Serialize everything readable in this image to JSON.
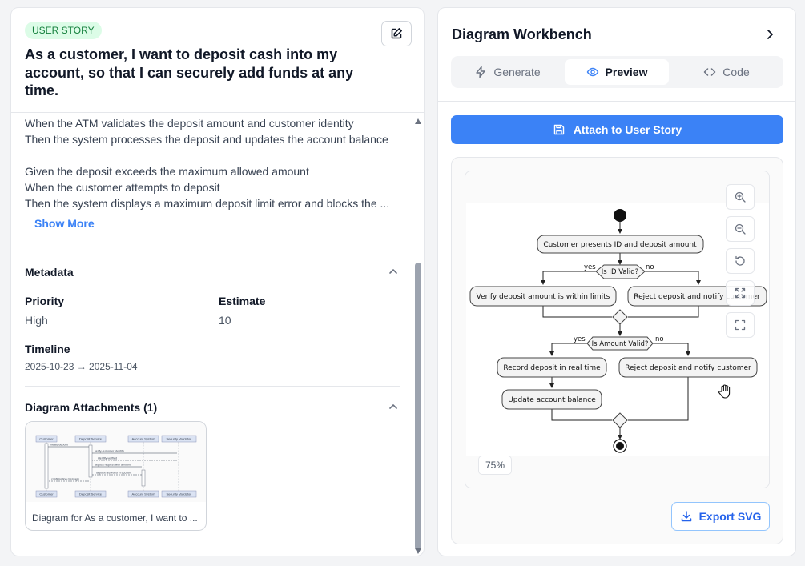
{
  "story": {
    "badge": "USER STORY",
    "title": "As a customer, I want to deposit cash into my account, so that I can securely add funds at any time.",
    "criteria_lines": [
      "When the ATM validates the deposit amount and customer identity",
      "Then the system processes the deposit and updates the account balance",
      "",
      "Given the deposit exceeds the maximum allowed amount",
      "When the customer attempts to deposit",
      "Then the system displays a maximum deposit limit error and blocks the ..."
    ],
    "show_more": "Show More"
  },
  "metadata": {
    "title": "Metadata",
    "priority_label": "Priority",
    "priority_value": "High",
    "estimate_label": "Estimate",
    "estimate_value": "10",
    "timeline_label": "Timeline",
    "timeline_value": "2025-10-23 → 2025-11-04"
  },
  "attachments": {
    "title": "Diagram Attachments (1)",
    "caption": "Diagram for As a customer, I want to ...",
    "thumb": {
      "participants": [
        "Customer",
        "Deposit Service",
        "Account System",
        "Security Validator"
      ],
      "messages": [
        "initiate deposit",
        "verify customer identity",
        "identity verified",
        "deposit request with amount",
        "deposit recorded in account",
        "confirmation message"
      ]
    }
  },
  "workbench": {
    "title": "Diagram Workbench",
    "tabs": [
      {
        "label": "Generate",
        "icon": "lightning-icon",
        "active": false
      },
      {
        "label": "Preview",
        "icon": "eye-icon",
        "active": true
      },
      {
        "label": "Code",
        "icon": "code-icon",
        "active": false
      }
    ],
    "attach_label": "Attach to User Story",
    "export_label": "Export SVG",
    "zoom": "75%",
    "accent": "#3b82f6"
  },
  "diagram": {
    "nodes": {
      "start": "Customer presents ID and deposit amount",
      "decision1": "Is ID Valid?",
      "yes1": "yes",
      "no1": "no",
      "verify": "Verify deposit amount is within limits",
      "reject1": "Reject deposit and notify customer",
      "decision2": "Is Amount Valid?",
      "yes2": "yes",
      "no2": "no",
      "record": "Record deposit in real time",
      "reject2": "Reject deposit and notify customer",
      "update": "Update account balance"
    }
  }
}
